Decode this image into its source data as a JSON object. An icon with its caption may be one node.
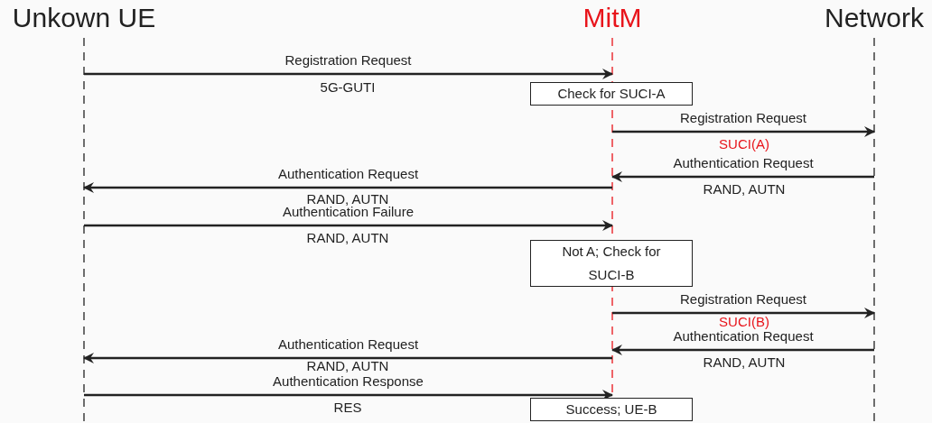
{
  "diagram": {
    "nodes": [
      {
        "text": [
          "Unkown UE"
        ]
      },
      {
        "text": [
          "MitM"
        ]
      },
      {
        "text": [
          "Network"
        ]
      },
      {
        "text": [
          "Check for SUCI-A"
        ]
      },
      {
        "text": [
          "Not A; Check for SUCI-B"
        ]
      },
      {
        "text": [
          "Success; UE-B"
        ]
      }
    ],
    "edges": [
      {
        "from": 0,
        "to": 1,
        "arrow": "to",
        "label": "Registration Request"
      },
      {
        "from": 1,
        "to": 2,
        "arrow": "to",
        "label": "Registration Request"
      },
      {
        "from": 2,
        "to": 1,
        "arrow": "to",
        "label": "Authentication Request"
      },
      {
        "from": 1,
        "to": 0,
        "arrow": "to",
        "label": "Authentication Request"
      },
      {
        "from": 0,
        "to": 1,
        "arrow": "to",
        "label": "Authentication Failure"
      },
      {
        "from": 1,
        "to": 2,
        "arrow": "to",
        "label": "Registration Request"
      },
      {
        "from": 2,
        "to": 1,
        "arrow": "to",
        "label": "Authentication Request"
      },
      {
        "from": 1,
        "to": 0,
        "arrow": "to",
        "label": "Authentication Request"
      },
      {
        "from": 0,
        "to": 1,
        "arrow": "to",
        "label": "Authentication Response"
      }
    ],
    "labels": [
      "5G-GUTI",
      "SUCI(A)",
      "RAND, AUTN",
      "RAND, AUTN",
      "RAND, AUTN",
      "SUCI(B)",
      "RAND, AUTN",
      "RAND, AUTN",
      "RES"
    ]
  }
}
